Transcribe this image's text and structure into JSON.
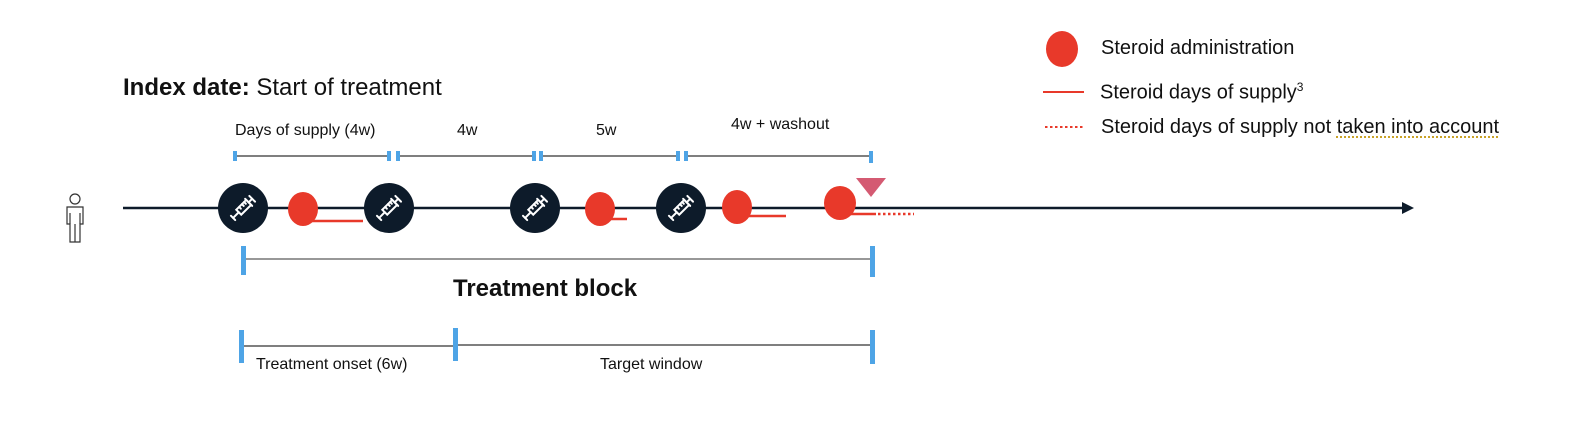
{
  "index_date": {
    "label_bold": "Index date:",
    "label_rest": " Start of treatment"
  },
  "supply_segments": [
    {
      "label": "Days of supply   (4w)"
    },
    {
      "label": "4w"
    },
    {
      "label": "5w"
    },
    {
      "label": "4w + washout"
    }
  ],
  "treatment_block": {
    "title": "Treatment block"
  },
  "sub_periods": [
    {
      "label": "Treatment onset   (6w)"
    },
    {
      "label": "Target window"
    }
  ],
  "legend": [
    {
      "symbol": "red-filled-circle",
      "label": "Steroid administration"
    },
    {
      "symbol": "red-solid-line",
      "label": "Steroid days of supply",
      "superscript": "3"
    },
    {
      "symbol": "red-dotted-line",
      "label_main": "Steroid days of supply not ",
      "label_underlined": "taken into account"
    }
  ],
  "timeline": {
    "events": [
      {
        "type": "injection",
        "icon": "syringe-icon"
      },
      {
        "type": "steroid",
        "supply": "solid"
      },
      {
        "type": "injection",
        "icon": "syringe-icon"
      },
      {
        "type": "injection",
        "icon": "syringe-icon"
      },
      {
        "type": "steroid",
        "supply": "solid"
      },
      {
        "type": "injection",
        "icon": "syringe-icon"
      },
      {
        "type": "steroid",
        "supply": "solid"
      },
      {
        "type": "steroid",
        "supply": "solid+dotted",
        "marker": "end-of-block-triangle"
      }
    ],
    "subject_icon": "person-icon",
    "arrow_icon": "arrow-right-icon"
  },
  "colors": {
    "navy": "#0d1b2a",
    "steroid_red": "#e8392a",
    "bracket_blue": "#4ea4e6",
    "triangle_pink": "#d45a72",
    "line_gray": "#444444"
  }
}
